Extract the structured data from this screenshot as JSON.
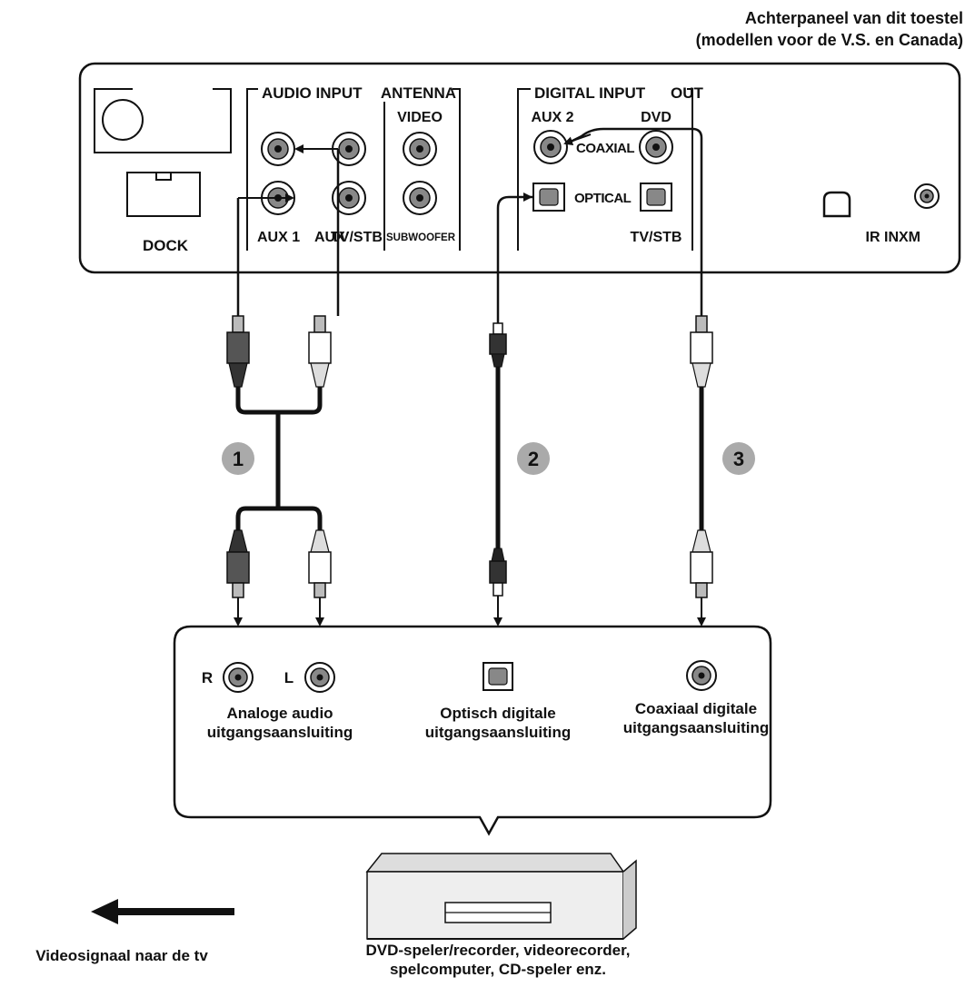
{
  "header": {
    "line1": "Achterpaneel van dit toestel",
    "line2": "(modellen voor de V.S. en Canada)"
  },
  "rear_panel": {
    "dock_label": "DOCK",
    "audio_input_label": "AUDIO INPUT",
    "antenna_label": "ANTENNA",
    "video_label": "VIDEO",
    "aux1_label": "AUX 1",
    "aux_label": "AUX",
    "tv_stb_label": "TV/STB",
    "subwoofer_label": "SUBWOOFER",
    "digital_input_label": "DIGITAL INPUT",
    "out_label": "OUT",
    "aux2_label": "AUX 2",
    "dvd_label": "DVD",
    "coaxial_label": "COAXIAL",
    "optical_label": "OPTICAL",
    "digital_tv_stb_label": "TV/STB",
    "ir_in_label": "IR IN",
    "xm_label": "XM"
  },
  "cables": [
    {
      "number": "1"
    },
    {
      "number": "2"
    },
    {
      "number": "3"
    }
  ],
  "source_device": {
    "r_label": "R",
    "l_label": "L",
    "analog_line1": "Analoge audio",
    "analog_line2": "uitgangsaansluiting",
    "optical_line1": "Optisch digitale",
    "optical_line2": "uitgangsaansluiting",
    "coaxial_line1": "Coaxiaal digitale",
    "coaxial_line2": "uitgangsaansluiting",
    "caption_line1": "DVD-speler/recorder, videorecorder,",
    "caption_line2": "spelcomputer, CD-speler enz."
  },
  "video_arrow_label": "Videosignaal naar de tv"
}
